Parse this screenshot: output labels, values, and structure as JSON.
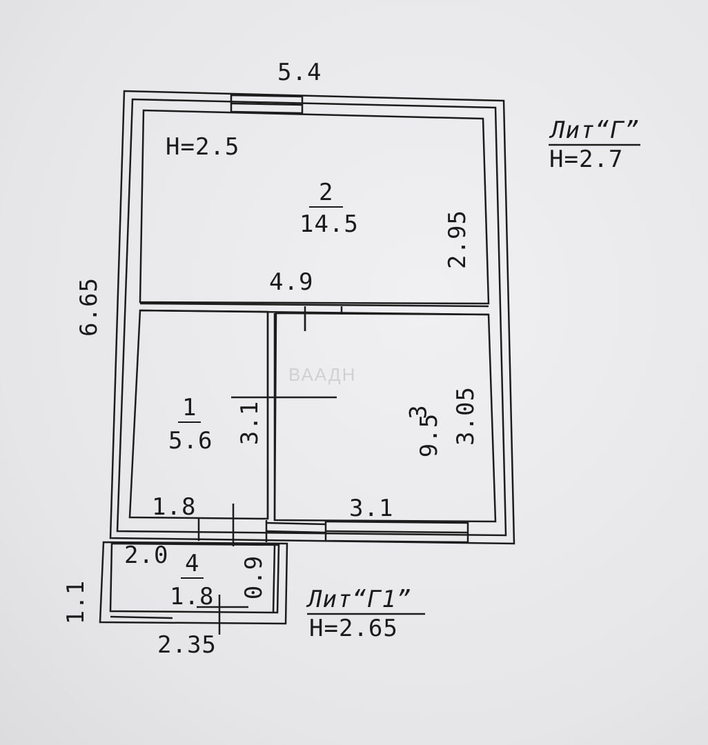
{
  "plan": {
    "dims": {
      "top_width": "5.4",
      "left_height": "6.65",
      "room2_height": "2.95",
      "room2_width": "4.9",
      "room1_width": "1.8",
      "room1_height": "3.1",
      "room3_width": "3.1",
      "room3_height": "3.05",
      "porch_top": "2.0",
      "porch_door": "0.9",
      "porch_height": "1.1",
      "porch_bottom": "2.35"
    },
    "ceiling_room2": "H=2.5",
    "rooms": [
      {
        "number": "2",
        "area": "14.5"
      },
      {
        "number": "1",
        "area": "5.6"
      },
      {
        "number": "3",
        "area": "9.5"
      },
      {
        "number": "4",
        "area": "1.8"
      }
    ],
    "lit_main": {
      "title": "Лит“Г”",
      "height": "H=2.7"
    },
    "lit_porch": {
      "title": "Лит“Г1”",
      "height": "H=2.65"
    }
  },
  "watermark": "ВААДН"
}
